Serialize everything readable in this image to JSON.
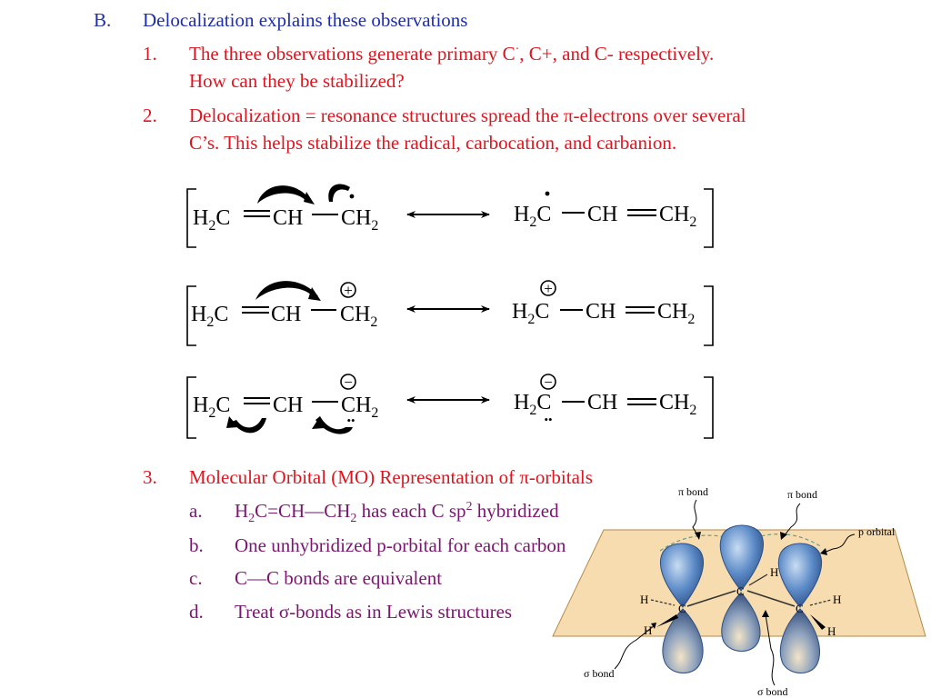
{
  "section": {
    "marker": "B.",
    "title": "Delocalization explains these observations"
  },
  "points": [
    {
      "marker": "1.",
      "line1": "The three observations generate primary C",
      "line1_dot": "·",
      "line1_rest": ", C+, and C- respectively.",
      "line2": "How can they be stabilized?"
    },
    {
      "marker": "2.",
      "line1_a": "Delocalization = resonance structures spread the ",
      "line1_pi": "π",
      "line1_b": "-electrons over several",
      "line2": "C’s.  This helps stabilize the radical, carbocation, and carbanion."
    }
  ],
  "structures": {
    "h2c": "H",
    "h2c_sub": "2",
    "h2c_c": "C",
    "ch": "CH",
    "ch2": "CH",
    "ch2_sub": "2",
    "plus": "+",
    "minus": "−",
    "radical_dot": "•",
    "lone_pair": "••"
  },
  "mo": {
    "marker": "3.",
    "title_a": "Molecular Orbital (MO) Representation of ",
    "title_pi": "π",
    "title_b": "-orbitals",
    "items": [
      {
        "marker": "a.",
        "p1": "H",
        "s1": "2",
        "p2": "C=CH—CH",
        "s2": "2",
        "p3": " has each C sp",
        "sup": "2",
        "p4": " hybridized"
      },
      {
        "marker": "b.",
        "text": "One unhybridized p-orbital for each carbon"
      },
      {
        "marker": "c.",
        "text": "C—C bonds are equivalent"
      },
      {
        "marker": "d.",
        "text_a": "Treat ",
        "sigma": "σ",
        "text_b": "-bonds as in Lewis structures"
      }
    ]
  },
  "figure": {
    "pi_bond_left": "π bond",
    "pi_bond_right": "π bond",
    "p_orbital": "p orbital",
    "sigma_bond_left": "σ bond",
    "sigma_bond_bottom": "σ bond",
    "atom_c": "C",
    "atom_h": "H"
  },
  "colors": {
    "heading": "#1f2db0",
    "red_text": "#e0141e",
    "purple_text": "#7a1670",
    "lobe": "#4f7fc0",
    "plane": "#f6dcae"
  }
}
